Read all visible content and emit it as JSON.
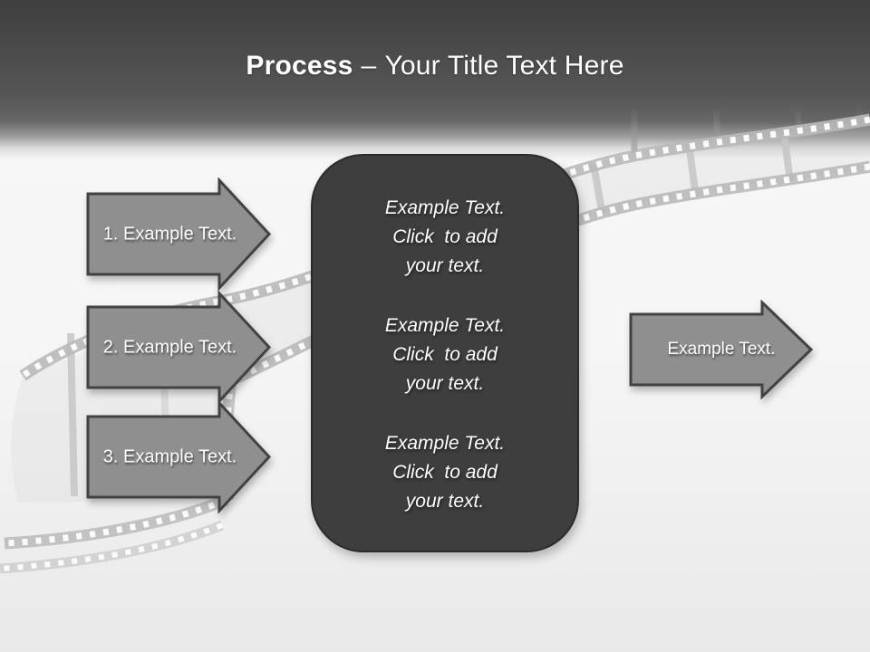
{
  "title": {
    "bold": "Process",
    "separator": "–",
    "rest": "Your Title Text Here"
  },
  "arrows": {
    "left": [
      {
        "label": "1. Example Text."
      },
      {
        "label": "2. Example Text."
      },
      {
        "label": "3. Example Text."
      }
    ],
    "right": {
      "label": "Example Text."
    }
  },
  "panel": {
    "blocks": [
      "Example Text.\nClick  to add\nyour text.",
      "Example Text.\nClick  to add\nyour text.",
      "Example Text.\nClick  to add\nyour text."
    ]
  },
  "decor": {
    "background_icon": "film-strip"
  },
  "colors": {
    "header_dark": "#3f3f3f",
    "panel_fill": "#3e3e3e",
    "arrow_fill": "#8f8f8f",
    "arrow_border": "#424242",
    "film_gray": "#b9b9b9",
    "text_white": "#ffffff"
  }
}
